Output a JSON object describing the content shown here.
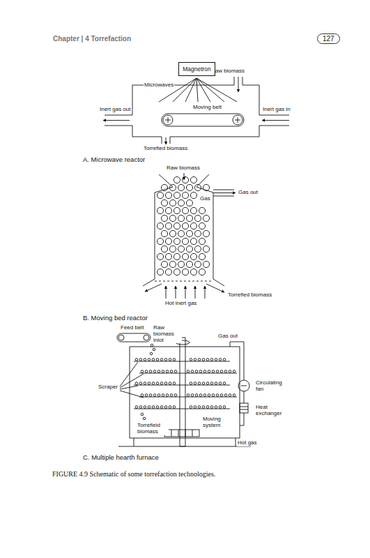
{
  "diagram": {
    "caption": "FIGURE 4.9 Schematic of some torrefaction technologies.",
    "nodes": [
      {
        "text": [
          "Magnetron"
        ]
      }
    ],
    "labels": [
      "Chapter | 4 Torrefaction",
      "127",
      "Raw biomass",
      "Microwaves",
      "Inert gas out",
      "Moving belt",
      "Inert gas in",
      "Torrefied biomass",
      "A. Microwave reactor",
      "Raw biomass",
      "Gas out",
      "Gas",
      "Torrefied biomass",
      "Hot inert gas",
      "B. Moving bed reactor",
      "Feed belt",
      "Raw biomass inlot",
      "Gas out",
      "Scraper",
      "Circulating fan",
      "Heat exchanger",
      "Moving system",
      "Torrefield biomass",
      "Hot gas",
      "C. Multiple hearth furnace"
    ]
  }
}
